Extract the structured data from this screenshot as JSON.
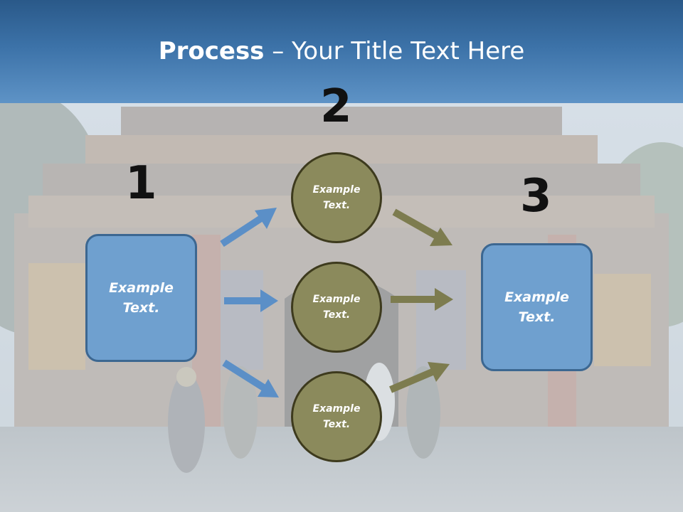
{
  "slide": {
    "title_bold": "Process",
    "title_rest": " – Your Title Text Here",
    "steps": {
      "one": "1",
      "two": "2",
      "three": "3"
    },
    "left_box": {
      "text": "Example Text."
    },
    "right_box": {
      "text": "Example Text."
    },
    "circles": {
      "top": "Example Text.",
      "middle": "Example Text.",
      "bottom": "Example Text."
    },
    "colors": {
      "header": "#3c72a8",
      "box_fill": "#6fa0cf",
      "box_border": "#3c6791",
      "circle_fill": "#8b8a5c",
      "circle_border": "#3d3a1d",
      "blue_arrow": "#5b8fc7",
      "olive_arrow": "#7d7c4f"
    }
  }
}
